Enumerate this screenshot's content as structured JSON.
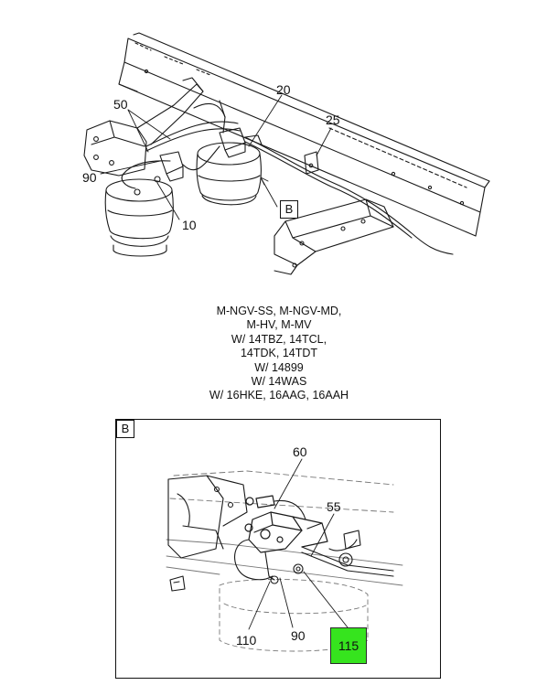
{
  "main_view": {
    "callouts": {
      "c50": "50",
      "c20": "20",
      "c25": "25",
      "c90": "90",
      "c10": "10"
    },
    "view_ref": "B"
  },
  "applicability": [
    "M-NGV-SS, M-NGV-MD,",
    "M-HV, M-MV",
    "W/ 14TBZ, 14TCL,",
    "14TDK, 14TDT",
    "W/ 14899",
    "W/ 14WAS",
    "W/ 16HKE, 16AAG, 16AAH"
  ],
  "detail_view": {
    "label": "B",
    "callouts": {
      "c60": "60",
      "c55": "55",
      "c110": "110",
      "c90": "90",
      "c115": "115"
    },
    "highlighted_part": "115",
    "highlight_color": "#36e41e"
  }
}
